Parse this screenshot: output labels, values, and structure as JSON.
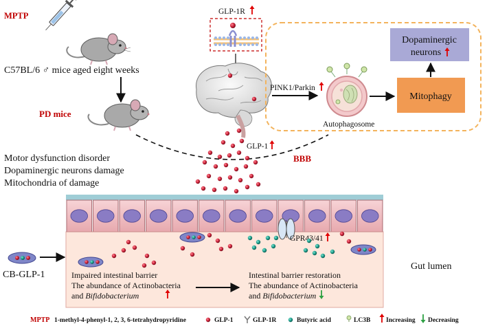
{
  "top_left": {
    "mptp": "MPTP",
    "mice_label": "C57BL/6 ♂ mice aged eight weeks",
    "pd_mice": "PD mice",
    "symptoms": [
      "Motor dysfunction disorder",
      "Dopaminergic neurons damage",
      "Mitochondria of damage"
    ]
  },
  "brain": {
    "receptor_label": "GLP-1R",
    "glp1_label": "GLP-1",
    "bbb_label": "BBB",
    "pathway_label": "PINK1/Parkin"
  },
  "pathway_box": {
    "autophagosome": "Autophagosome",
    "mitophagy": "Mitophagy",
    "neurons_line1": "Dopaminergic",
    "neurons_line2": "neurons"
  },
  "gut": {
    "receptor_label": "GPR43/41",
    "treatment": "CB-GLP-1",
    "lumen": "Gut lumen",
    "before": [
      "Impaired intestinal barrier",
      "The abundance of  Actinobacteria",
      "and ",
      "Bifidobacterium"
    ],
    "after": [
      "Intestinal barrier restoration",
      "The abundance of  Actinobacteria",
      "",
      "Bifidobacterium"
    ]
  },
  "legend": {
    "abbr": "MPTP",
    "abbr_def": "1-methyl-4-phenyl-1, 2, 3, 6-tetrahydropyridine",
    "items": [
      "GLP-1",
      "GLP-1R",
      "Butyric acid",
      "LC3B",
      "Increasing",
      "Decreasing"
    ]
  },
  "colors": {
    "accent_red": "#c00000",
    "increase": "#e00000",
    "decrease": "#2ea043",
    "glp1": "#c8203a",
    "butyric": "#1e9e8c",
    "cell_fill": "#f4c8cc",
    "nucleus": "#8a7cc4",
    "lumen_fill": "#fde7dc",
    "mitophagy_fill": "#f19a52",
    "neurons_fill": "#a9a9d6",
    "dashed_box": "#f3b35c"
  }
}
